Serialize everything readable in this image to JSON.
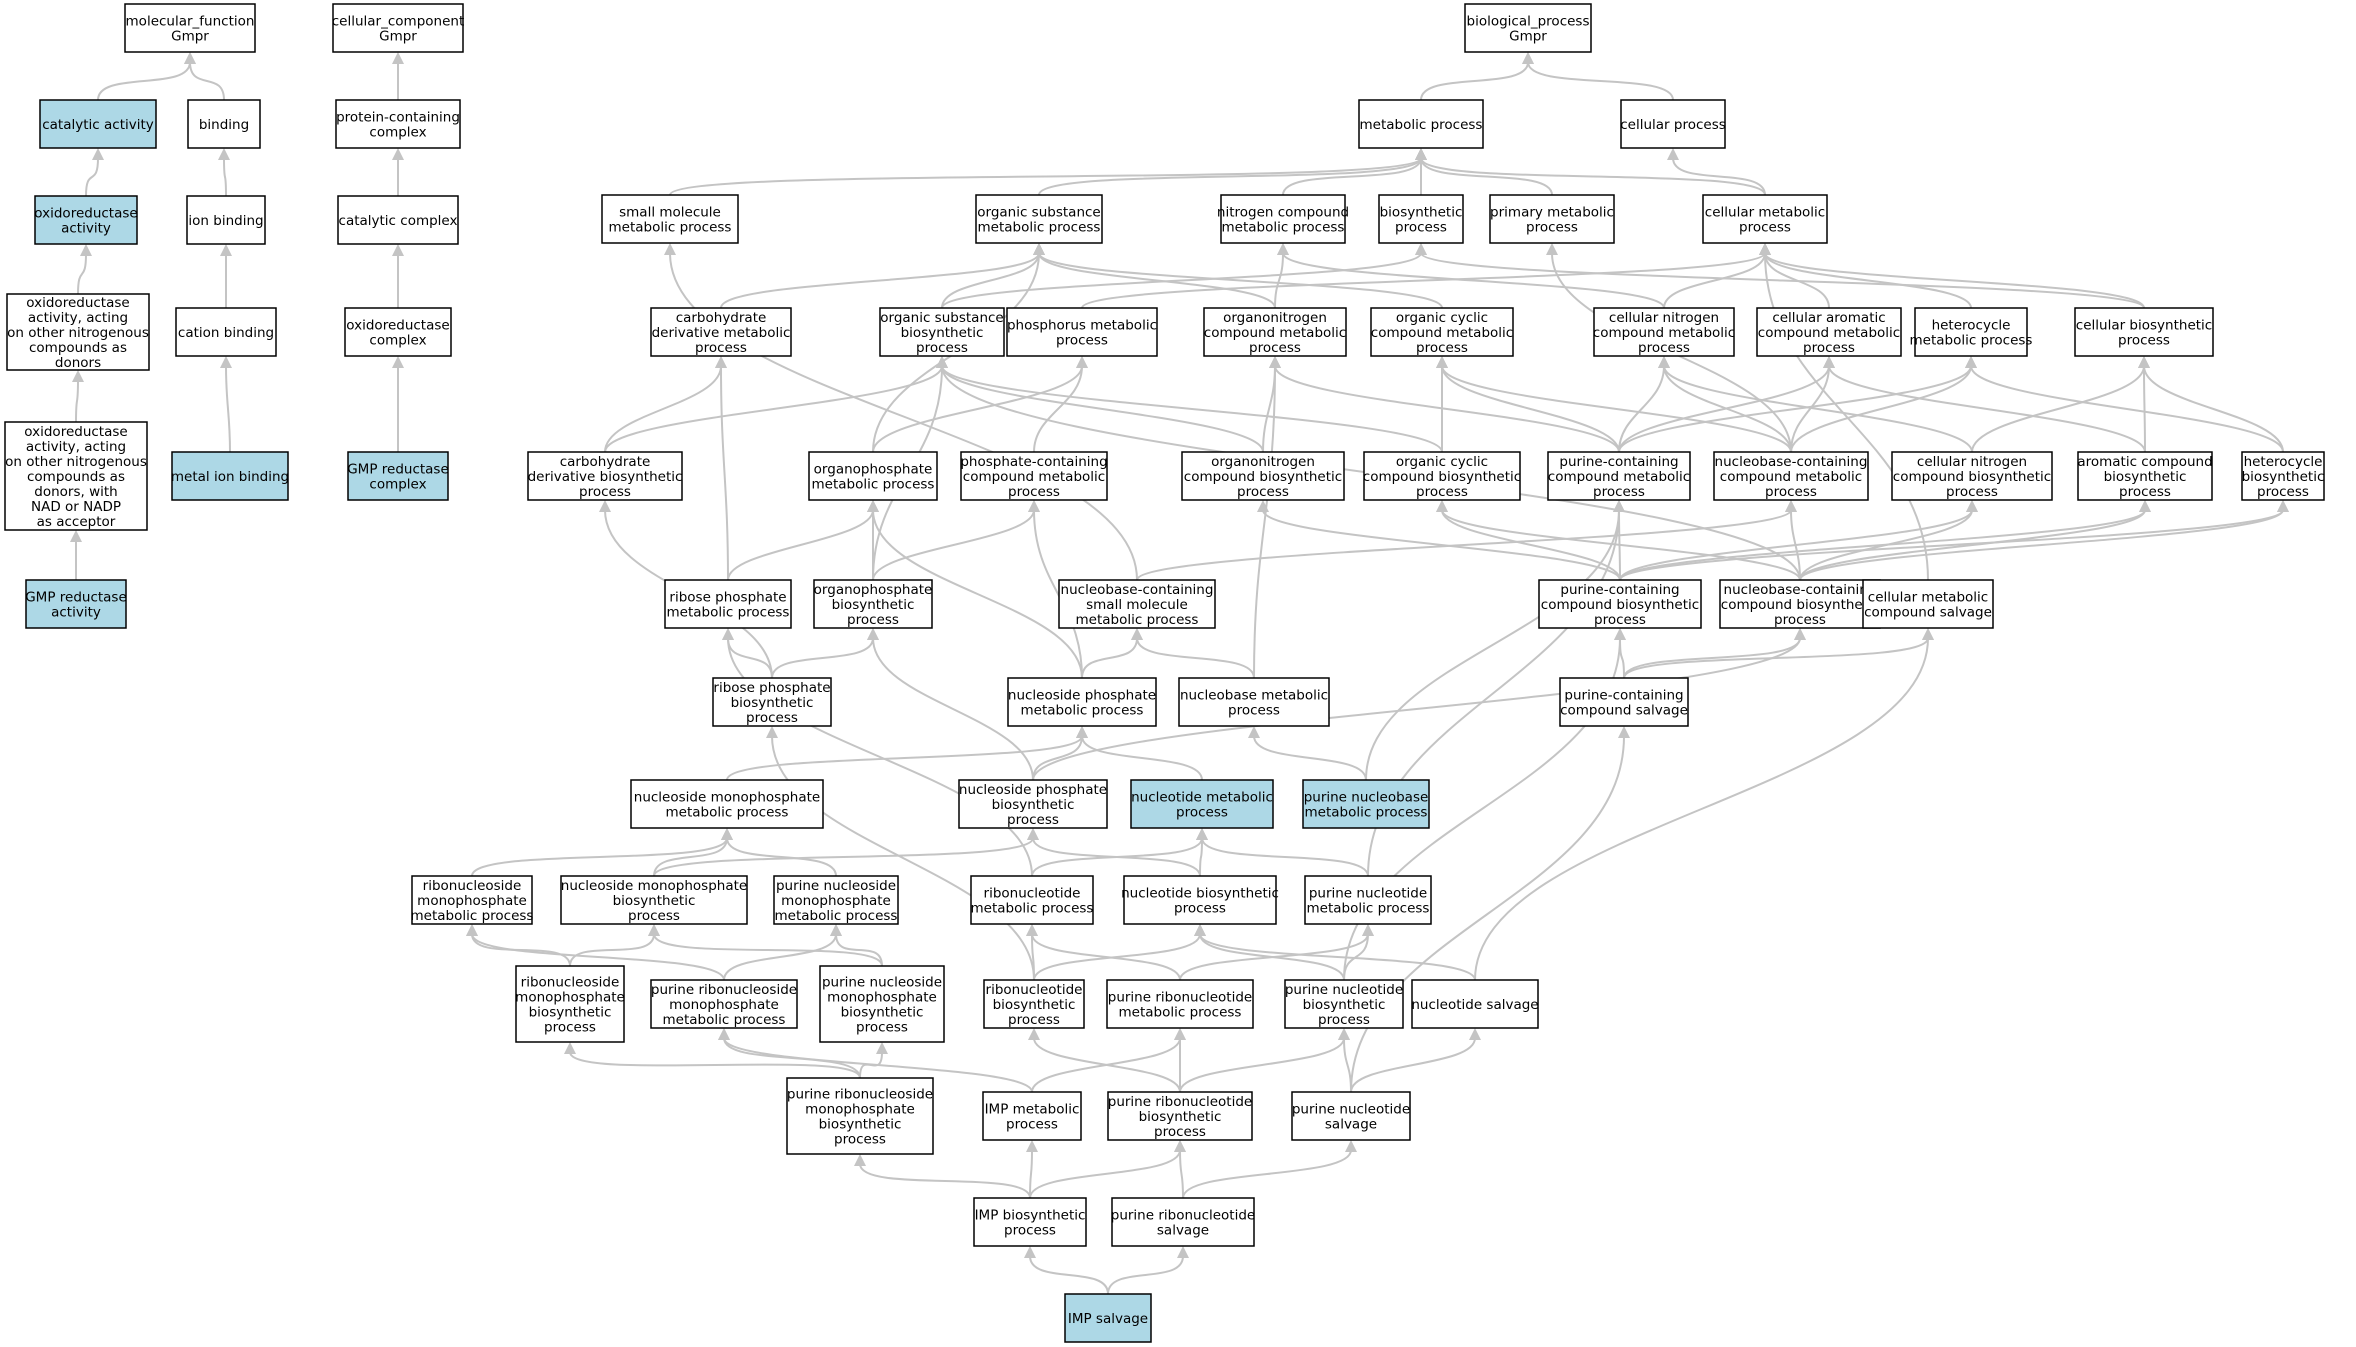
{
  "colors": {
    "highlight": "#add8e6",
    "normal": "#ffffff",
    "edge": "#c4c4c4",
    "border": "#000000"
  },
  "nodes": [
    {
      "id": "mf",
      "label": [
        "molecular_function",
        "Gmpr"
      ],
      "hl": false
    },
    {
      "id": "cc",
      "label": [
        "cellular_component",
        "Gmpr"
      ],
      "hl": false
    },
    {
      "id": "bp",
      "label": [
        "biological_process",
        "Gmpr"
      ],
      "hl": false
    },
    {
      "id": "cat",
      "label": [
        "catalytic activity"
      ],
      "hl": true
    },
    {
      "id": "bind",
      "label": [
        "binding"
      ],
      "hl": false
    },
    {
      "id": "pcc",
      "label": [
        "protein-containing",
        "complex"
      ],
      "hl": false
    },
    {
      "id": "mp",
      "label": [
        "metabolic process"
      ],
      "hl": false
    },
    {
      "id": "cp",
      "label": [
        "cellular process"
      ],
      "hl": false
    },
    {
      "id": "oxa",
      "label": [
        "oxidoreductase",
        "activity"
      ],
      "hl": true
    },
    {
      "id": "ionb",
      "label": [
        "ion binding"
      ],
      "hl": false
    },
    {
      "id": "catc",
      "label": [
        "catalytic complex"
      ],
      "hl": false
    },
    {
      "id": "smp",
      "label": [
        "small molecule",
        "metabolic process"
      ],
      "hl": false
    },
    {
      "id": "osmp",
      "label": [
        "organic substance",
        "metabolic process"
      ],
      "hl": false
    },
    {
      "id": "ncmp",
      "label": [
        "nitrogen compound",
        "metabolic process"
      ],
      "hl": false
    },
    {
      "id": "biop",
      "label": [
        "biosynthetic",
        "process"
      ],
      "hl": false
    },
    {
      "id": "pmp",
      "label": [
        "primary metabolic",
        "process"
      ],
      "hl": false
    },
    {
      "id": "cmp",
      "label": [
        "cellular metabolic",
        "process"
      ],
      "hl": false
    },
    {
      "id": "oxn",
      "label": [
        "oxidoreductase",
        "activity, acting",
        "on other nitrogenous",
        "compounds as",
        "donors"
      ],
      "hl": false
    },
    {
      "id": "catb",
      "label": [
        "cation binding"
      ],
      "hl": false
    },
    {
      "id": "oxc",
      "label": [
        "oxidoreductase",
        "complex"
      ],
      "hl": false
    },
    {
      "id": "cdmp",
      "label": [
        "carbohydrate",
        "derivative metabolic",
        "process"
      ],
      "hl": false
    },
    {
      "id": "osbp",
      "label": [
        "organic substance",
        "biosynthetic",
        "process"
      ],
      "hl": false
    },
    {
      "id": "phmp",
      "label": [
        "phosphorus metabolic",
        "process"
      ],
      "hl": false
    },
    {
      "id": "oncmp",
      "label": [
        "organonitrogen",
        "compound metabolic",
        "process"
      ],
      "hl": false
    },
    {
      "id": "occmp",
      "label": [
        "organic cyclic",
        "compound metabolic",
        "process"
      ],
      "hl": false
    },
    {
      "id": "cncmp",
      "label": [
        "cellular nitrogen",
        "compound metabolic",
        "process"
      ],
      "hl": false
    },
    {
      "id": "cacmp",
      "label": [
        "cellular aromatic",
        "compound metabolic",
        "process"
      ],
      "hl": false
    },
    {
      "id": "hmp",
      "label": [
        "heterocycle",
        "metabolic process"
      ],
      "hl": false
    },
    {
      "id": "cbp",
      "label": [
        "cellular biosynthetic",
        "process"
      ],
      "hl": false
    },
    {
      "id": "oxnad",
      "label": [
        "oxidoreductase",
        "activity, acting",
        "on other nitrogenous",
        "compounds as",
        "donors, with",
        "NAD or NADP",
        "as acceptor"
      ],
      "hl": false
    },
    {
      "id": "metb",
      "label": [
        "metal ion binding"
      ],
      "hl": true
    },
    {
      "id": "gmpc",
      "label": [
        "GMP reductase",
        "complex"
      ],
      "hl": true
    },
    {
      "id": "cdbp",
      "label": [
        "carbohydrate",
        "derivative biosynthetic",
        "process"
      ],
      "hl": false
    },
    {
      "id": "opmp",
      "label": [
        "organophosphate",
        "metabolic process"
      ],
      "hl": false
    },
    {
      "id": "pccmp",
      "label": [
        "phosphate-containing",
        "compound metabolic",
        "process"
      ],
      "hl": false
    },
    {
      "id": "oncbp",
      "label": [
        "organonitrogen",
        "compound biosynthetic",
        "process"
      ],
      "hl": false
    },
    {
      "id": "occbp",
      "label": [
        "organic cyclic",
        "compound biosynthetic",
        "process"
      ],
      "hl": false
    },
    {
      "id": "pucmp",
      "label": [
        "purine-containing",
        "compound metabolic",
        "process"
      ],
      "hl": false
    },
    {
      "id": "nbcmp",
      "label": [
        "nucleobase-containing",
        "compound metabolic",
        "process"
      ],
      "hl": false
    },
    {
      "id": "cncbp",
      "label": [
        "cellular nitrogen",
        "compound biosynthetic",
        "process"
      ],
      "hl": false
    },
    {
      "id": "acbp",
      "label": [
        "aromatic compound",
        "biosynthetic",
        "process"
      ],
      "hl": false
    },
    {
      "id": "hbp",
      "label": [
        "heterocycle",
        "biosynthetic",
        "process"
      ],
      "hl": false
    },
    {
      "id": "gmpa",
      "label": [
        "GMP reductase",
        "activity"
      ],
      "hl": true
    },
    {
      "id": "rpmp",
      "label": [
        "ribose phosphate",
        "metabolic process"
      ],
      "hl": false
    },
    {
      "id": "opbp",
      "label": [
        "organophosphate",
        "biosynthetic",
        "process"
      ],
      "hl": false
    },
    {
      "id": "nbsmmp",
      "label": [
        "nucleobase-containing",
        "small molecule",
        "metabolic process"
      ],
      "hl": false
    },
    {
      "id": "pucbp",
      "label": [
        "purine-containing",
        "compound biosynthetic",
        "process"
      ],
      "hl": false
    },
    {
      "id": "nbcbp",
      "label": [
        "nucleobase-containing",
        "compound biosynthetic",
        "process"
      ],
      "hl": false
    },
    {
      "id": "cmcs",
      "label": [
        "cellular metabolic",
        "compound salvage"
      ],
      "hl": false
    },
    {
      "id": "rpbp",
      "label": [
        "ribose phosphate",
        "biosynthetic",
        "process"
      ],
      "hl": false
    },
    {
      "id": "nspmp",
      "label": [
        "nucleoside phosphate",
        "metabolic process"
      ],
      "hl": false
    },
    {
      "id": "nbmp",
      "label": [
        "nucleobase metabolic",
        "process"
      ],
      "hl": false
    },
    {
      "id": "pucs",
      "label": [
        "purine-containing",
        "compound salvage"
      ],
      "hl": false
    },
    {
      "id": "nsmpmp",
      "label": [
        "nucleoside monophosphate",
        "metabolic process"
      ],
      "hl": false
    },
    {
      "id": "nspbp",
      "label": [
        "nucleoside phosphate",
        "biosynthetic",
        "process"
      ],
      "hl": false
    },
    {
      "id": "ntmp",
      "label": [
        "nucleotide metabolic",
        "process"
      ],
      "hl": true
    },
    {
      "id": "pnbmp",
      "label": [
        "purine nucleobase",
        "metabolic process"
      ],
      "hl": true
    },
    {
      "id": "rnsmpmp",
      "label": [
        "ribonucleoside",
        "monophosphate",
        "metabolic process"
      ],
      "hl": false
    },
    {
      "id": "nsmpbp",
      "label": [
        "nucleoside monophosphate",
        "biosynthetic",
        "process"
      ],
      "hl": false
    },
    {
      "id": "pnsmpmp",
      "label": [
        "purine nucleoside",
        "monophosphate",
        "metabolic process"
      ],
      "hl": false
    },
    {
      "id": "rntmp",
      "label": [
        "ribonucleotide",
        "metabolic process"
      ],
      "hl": false
    },
    {
      "id": "ntbp",
      "label": [
        "nucleotide biosynthetic",
        "process"
      ],
      "hl": false
    },
    {
      "id": "pntmp",
      "label": [
        "purine nucleotide",
        "metabolic process"
      ],
      "hl": false
    },
    {
      "id": "rnsmpbp",
      "label": [
        "ribonucleoside",
        "monophosphate",
        "biosynthetic",
        "process"
      ],
      "hl": false
    },
    {
      "id": "prnsmpmp",
      "label": [
        "purine ribonucleoside",
        "monophosphate",
        "metabolic process"
      ],
      "hl": false
    },
    {
      "id": "pnsmpbp",
      "label": [
        "purine nucleoside",
        "monophosphate",
        "biosynthetic",
        "process"
      ],
      "hl": false
    },
    {
      "id": "rntbp",
      "label": [
        "ribonucleotide",
        "biosynthetic",
        "process"
      ],
      "hl": false
    },
    {
      "id": "prntmp",
      "label": [
        "purine ribonucleotide",
        "metabolic process"
      ],
      "hl": false
    },
    {
      "id": "pntbp",
      "label": [
        "purine nucleotide",
        "biosynthetic",
        "process"
      ],
      "hl": false
    },
    {
      "id": "nts",
      "label": [
        "nucleotide salvage"
      ],
      "hl": false
    },
    {
      "id": "prnsmpbp",
      "label": [
        "purine ribonucleoside",
        "monophosphate",
        "biosynthetic",
        "process"
      ],
      "hl": false
    },
    {
      "id": "impmp",
      "label": [
        "IMP metabolic",
        "process"
      ],
      "hl": false
    },
    {
      "id": "prntbp",
      "label": [
        "purine ribonucleotide",
        "biosynthetic",
        "process"
      ],
      "hl": false
    },
    {
      "id": "pnts",
      "label": [
        "purine nucleotide",
        "salvage"
      ],
      "hl": false
    },
    {
      "id": "impbp",
      "label": [
        "IMP biosynthetic",
        "process"
      ],
      "hl": false
    },
    {
      "id": "prnts",
      "label": [
        "purine ribonucleotide",
        "salvage"
      ],
      "hl": false
    },
    {
      "id": "imps",
      "label": [
        "IMP salvage"
      ],
      "hl": true
    }
  ],
  "edges": [
    [
      "cat",
      "mf"
    ],
    [
      "bind",
      "mf"
    ],
    [
      "oxa",
      "cat"
    ],
    [
      "ionb",
      "bind"
    ],
    [
      "catb",
      "ionb"
    ],
    [
      "metb",
      "catb"
    ],
    [
      "oxn",
      "oxa"
    ],
    [
      "oxnad",
      "oxn"
    ],
    [
      "gmpa",
      "oxnad"
    ],
    [
      "pcc",
      "cc"
    ],
    [
      "catc",
      "pcc"
    ],
    [
      "oxc",
      "catc"
    ],
    [
      "gmpc",
      "oxc"
    ],
    [
      "mp",
      "bp"
    ],
    [
      "cp",
      "bp"
    ],
    [
      "smp",
      "mp"
    ],
    [
      "osmp",
      "mp"
    ],
    [
      "ncmp",
      "mp"
    ],
    [
      "biop",
      "mp"
    ],
    [
      "pmp",
      "mp"
    ],
    [
      "cmp",
      "mp"
    ],
    [
      "cmp",
      "cp"
    ],
    [
      "cdmp",
      "osmp"
    ],
    [
      "osbp",
      "osmp"
    ],
    [
      "osbp",
      "biop"
    ],
    [
      "oncmp",
      "osmp"
    ],
    [
      "oncmp",
      "ncmp"
    ],
    [
      "occmp",
      "osmp"
    ],
    [
      "cncmp",
      "ncmp"
    ],
    [
      "cncmp",
      "cmp"
    ],
    [
      "cacmp",
      "cmp"
    ],
    [
      "hmp",
      "cmp"
    ],
    [
      "cbp",
      "cmp"
    ],
    [
      "cbp",
      "biop"
    ],
    [
      "phmp",
      "cmp"
    ],
    [
      "opmp",
      "osmp"
    ],
    [
      "cdbp",
      "cdmp"
    ],
    [
      "cdbp",
      "osbp"
    ],
    [
      "opmp",
      "phmp"
    ],
    [
      "pccmp",
      "phmp"
    ],
    [
      "oncbp",
      "oncmp"
    ],
    [
      "oncbp",
      "osbp"
    ],
    [
      "occbp",
      "occmp"
    ],
    [
      "occbp",
      "osbp"
    ],
    [
      "pucmp",
      "occmp"
    ],
    [
      "pucmp",
      "oncmp"
    ],
    [
      "pucmp",
      "cncmp"
    ],
    [
      "pucmp",
      "cacmp"
    ],
    [
      "pucmp",
      "hmp"
    ],
    [
      "nbcmp",
      "occmp"
    ],
    [
      "nbcmp",
      "cncmp"
    ],
    [
      "nbcmp",
      "cacmp"
    ],
    [
      "nbcmp",
      "hmp"
    ],
    [
      "nbcmp",
      "pmp"
    ],
    [
      "cncbp",
      "cncmp"
    ],
    [
      "cncbp",
      "cbp"
    ],
    [
      "acbp",
      "cacmp"
    ],
    [
      "acbp",
      "cbp"
    ],
    [
      "hbp",
      "hmp"
    ],
    [
      "hbp",
      "cbp"
    ],
    [
      "rpmp",
      "opmp"
    ],
    [
      "rpmp",
      "cdmp"
    ],
    [
      "opbp",
      "opmp"
    ],
    [
      "opbp",
      "osbp"
    ],
    [
      "opbp",
      "pccmp"
    ],
    [
      "nbsmmp",
      "smp"
    ],
    [
      "nbsmmp",
      "nbcmp"
    ],
    [
      "pucbp",
      "pucmp"
    ],
    [
      "pucbp",
      "occbp"
    ],
    [
      "pucbp",
      "oncbp"
    ],
    [
      "pucbp",
      "cncbp"
    ],
    [
      "pucbp",
      "acbp"
    ],
    [
      "pucbp",
      "hbp"
    ],
    [
      "nbcbp",
      "nbcmp"
    ],
    [
      "nbcbp",
      "occbp"
    ],
    [
      "nbcbp",
      "cncbp"
    ],
    [
      "nbcbp",
      "acbp"
    ],
    [
      "nbcbp",
      "hbp"
    ],
    [
      "nbcbp",
      "osbp"
    ],
    [
      "cmcs",
      "cmp"
    ],
    [
      "rpbp",
      "rpmp"
    ],
    [
      "rpbp",
      "opbp"
    ],
    [
      "rpbp",
      "cdbp"
    ],
    [
      "nspmp",
      "nbsmmp"
    ],
    [
      "nspmp",
      "opmp"
    ],
    [
      "nspmp",
      "pccmp"
    ],
    [
      "nbmp",
      "nbsmmp"
    ],
    [
      "nbmp",
      "oncmp"
    ],
    [
      "pucs",
      "pucbp"
    ],
    [
      "pucs",
      "nbcbp"
    ],
    [
      "pucs",
      "cmcs"
    ],
    [
      "nsmpmp",
      "nspmp"
    ],
    [
      "nspbp",
      "nspmp"
    ],
    [
      "nspbp",
      "opbp"
    ],
    [
      "nspbp",
      "nbcbp"
    ],
    [
      "ntmp",
      "nspmp"
    ],
    [
      "pnbmp",
      "nbmp"
    ],
    [
      "pnbmp",
      "pucmp"
    ],
    [
      "rnsmpmp",
      "nsmpmp"
    ],
    [
      "nsmpbp",
      "nsmpmp"
    ],
    [
      "nsmpbp",
      "nspbp"
    ],
    [
      "pnsmpmp",
      "nsmpmp"
    ],
    [
      "rntmp",
      "ntmp"
    ],
    [
      "rntmp",
      "rpmp"
    ],
    [
      "ntbp",
      "ntmp"
    ],
    [
      "ntbp",
      "nspbp"
    ],
    [
      "pntmp",
      "ntmp"
    ],
    [
      "pntmp",
      "pucmp"
    ],
    [
      "rnsmpbp",
      "rnsmpmp"
    ],
    [
      "rnsmpbp",
      "nsmpbp"
    ],
    [
      "prnsmpmp",
      "rnsmpmp"
    ],
    [
      "prnsmpmp",
      "pnsmpmp"
    ],
    [
      "pnsmpbp",
      "pnsmpmp"
    ],
    [
      "pnsmpbp",
      "nsmpbp"
    ],
    [
      "rntbp",
      "rntmp"
    ],
    [
      "rntbp",
      "ntbp"
    ],
    [
      "rntbp",
      "rpbp"
    ],
    [
      "prntmp",
      "rntmp"
    ],
    [
      "prntmp",
      "pntmp"
    ],
    [
      "pntbp",
      "ntbp"
    ],
    [
      "pntbp",
      "pntmp"
    ],
    [
      "pntbp",
      "pucbp"
    ],
    [
      "nts",
      "ntbp"
    ],
    [
      "nts",
      "cmcs"
    ],
    [
      "prnsmpbp",
      "prnsmpmp"
    ],
    [
      "prnsmpbp",
      "pnsmpbp"
    ],
    [
      "prnsmpbp",
      "rnsmpbp"
    ],
    [
      "impmp",
      "prnsmpmp"
    ],
    [
      "impmp",
      "prntmp"
    ],
    [
      "prntbp",
      "prntmp"
    ],
    [
      "prntbp",
      "rntbp"
    ],
    [
      "prntbp",
      "pntbp"
    ],
    [
      "pnts",
      "pntbp"
    ],
    [
      "pnts",
      "nts"
    ],
    [
      "pnts",
      "pucs"
    ],
    [
      "impbp",
      "impmp"
    ],
    [
      "impbp",
      "prnsmpbp"
    ],
    [
      "impbp",
      "prntbp"
    ],
    [
      "prnts",
      "prntbp"
    ],
    [
      "prnts",
      "pnts"
    ],
    [
      "imps",
      "impbp"
    ],
    [
      "imps",
      "prnts"
    ]
  ]
}
